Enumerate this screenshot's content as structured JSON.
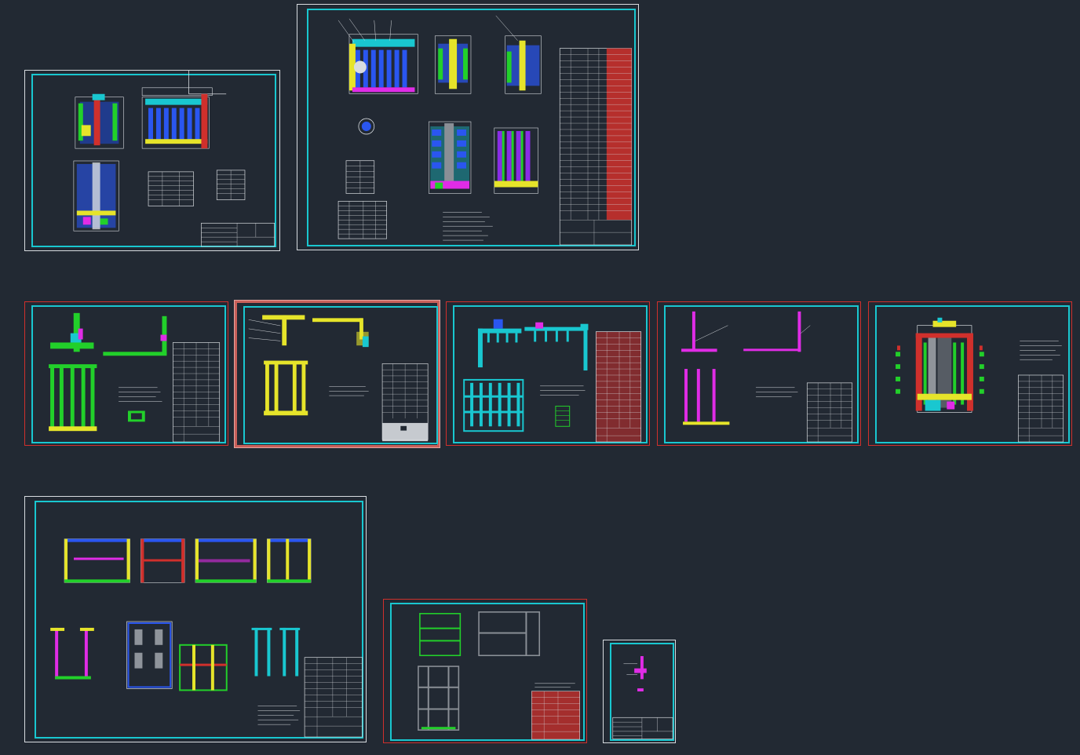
{
  "viewport": {
    "name": "model-space",
    "background": "#222933"
  },
  "colors": {
    "cyan": "#19c7d0",
    "white": "#d8dce0",
    "red": "#d0302c",
    "green": "#22d02a",
    "yellow": "#e6e42a",
    "blue": "#2a56f0",
    "magenta": "#e02ce6",
    "gray": "#8a8f96"
  },
  "sheets": [
    {
      "id": "sheet-1",
      "border": "white"
    },
    {
      "id": "sheet-2",
      "border": "white"
    },
    {
      "id": "sheet-3",
      "border": "red"
    },
    {
      "id": "sheet-4",
      "border": "red",
      "selected": true
    },
    {
      "id": "sheet-5",
      "border": "red"
    },
    {
      "id": "sheet-6",
      "border": "red"
    },
    {
      "id": "sheet-7",
      "border": "red"
    },
    {
      "id": "sheet-8",
      "border": "white"
    },
    {
      "id": "sheet-9",
      "border": "red"
    },
    {
      "id": "sheet-10",
      "border": "white"
    }
  ]
}
